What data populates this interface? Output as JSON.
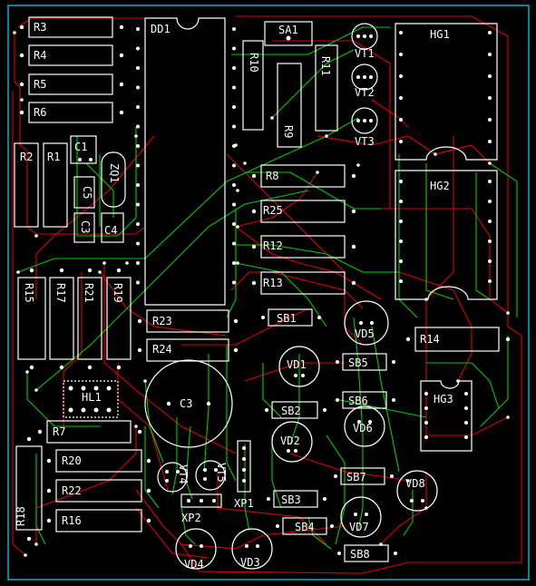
{
  "labels": {
    "R3": "R3",
    "R4": "R4",
    "R5": "R5",
    "R6": "R6",
    "R2": "R2",
    "R1": "R1",
    "C1": "C1",
    "C5": "C5",
    "C3": "C3",
    "C4": "C4",
    "ZQ1": "ZQ1",
    "DD1": "DD1",
    "R10": "R10",
    "R11": "R11",
    "R9": "R9",
    "SA1": "SA1",
    "VT1": "VT1",
    "VT2": "VT2",
    "VT3": "VT3",
    "VT4": "VT4",
    "VT5": "VT5",
    "HG1": "HG1",
    "HG2": "HG2",
    "HG3": "HG3",
    "R8": "R8",
    "R25": "R25",
    "R12": "R12",
    "R13": "R13",
    "R15": "R15",
    "R17": "R17",
    "R21": "R21",
    "R19": "R19",
    "R23": "R23",
    "R24": "R24",
    "R14": "R14",
    "SB1": "SB1",
    "SB2": "SB2",
    "SB3": "SB3",
    "SB4": "SB4",
    "SB5": "SB5",
    "SB6": "SB6",
    "SB7": "SB7",
    "SB8": "SB8",
    "VD1": "VD1",
    "VD2": "VD2",
    "VD3": "VD3",
    "VD4": "VD4",
    "VD5": "VD5",
    "VD6": "VD6",
    "VD7": "VD7",
    "VD8": "VD8",
    "HL1": "HL1",
    "R7": "R7",
    "R20": "R20",
    "R22": "R22",
    "R16": "R16",
    "R18": "R18",
    "XP1": "XP1",
    "XP2": "XP2"
  },
  "colors": {
    "background": "#000000",
    "red_trace": "#e00000",
    "green_trace": "#00cc00",
    "outline": "#ffffff",
    "frame": "#00b4c8"
  }
}
